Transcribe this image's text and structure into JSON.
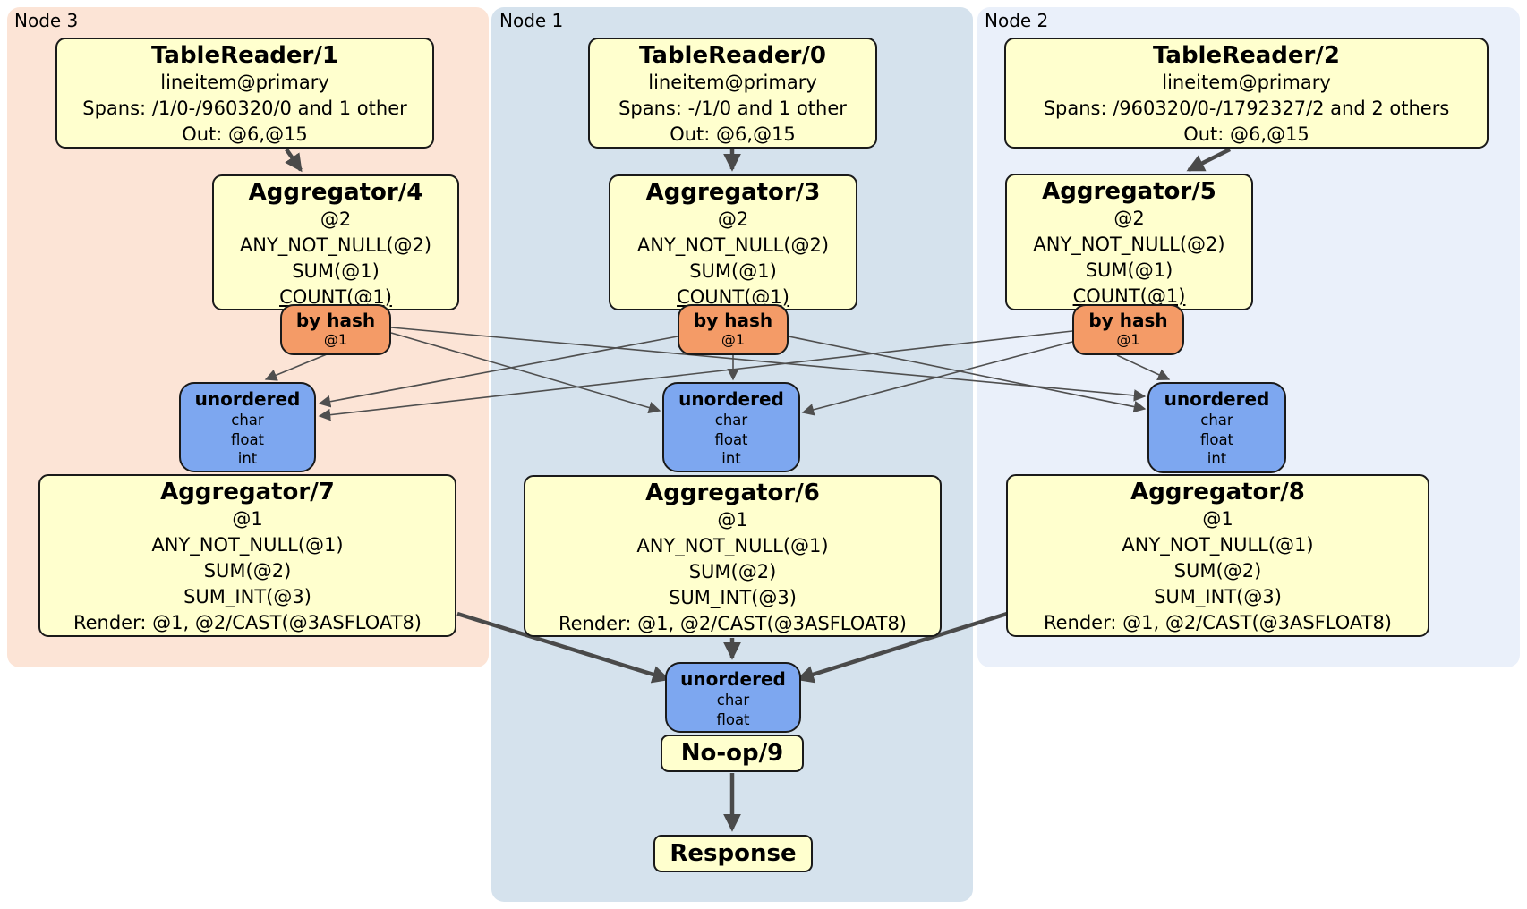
{
  "diagram": {
    "node_groups": [
      {
        "id": "node3",
        "label": "Node 3"
      },
      {
        "id": "node1",
        "label": "Node 1"
      },
      {
        "id": "node2",
        "label": "Node 2"
      }
    ]
  },
  "colors": {
    "node3_bg": "#fce4d6",
    "node1_bg": "#d5e2ed",
    "node2_bg": "#eaf0fa",
    "processor_box": "#ffffce",
    "router_box": "#f49b67",
    "sync_box": "#7da7f0",
    "edge": "#4a4a4a"
  },
  "boxes": {
    "tr1": {
      "title": "TableReader/1",
      "lines": [
        "lineitem@primary",
        "Spans: /1/0-/960320/0 and 1 other",
        "Out: @6,@15"
      ]
    },
    "tr0": {
      "title": "TableReader/0",
      "lines": [
        "lineitem@primary",
        "Spans: -/1/0 and 1 other",
        "Out: @6,@15"
      ]
    },
    "tr2": {
      "title": "TableReader/2",
      "lines": [
        "lineitem@primary",
        "Spans: /960320/0-/1792327/2 and 2 others",
        "Out: @6,@15"
      ]
    },
    "agg4": {
      "title": "Aggregator/4",
      "lines": [
        "@2",
        "ANY_NOT_NULL(@2)",
        "SUM(@1)",
        "COUNT(@1)"
      ]
    },
    "agg3": {
      "title": "Aggregator/3",
      "lines": [
        "@2",
        "ANY_NOT_NULL(@2)",
        "SUM(@1)",
        "COUNT(@1)"
      ]
    },
    "agg5": {
      "title": "Aggregator/5",
      "lines": [
        "@2",
        "ANY_NOT_NULL(@2)",
        "SUM(@1)",
        "COUNT(@1)"
      ]
    },
    "bh3": {
      "title": "by hash",
      "sub": "@1"
    },
    "bh1": {
      "title": "by hash",
      "sub": "@1"
    },
    "bh2": {
      "title": "by hash",
      "sub": "@1"
    },
    "u3": {
      "title": "unordered",
      "items": [
        "char",
        "float",
        "int"
      ]
    },
    "u1": {
      "title": "unordered",
      "items": [
        "char",
        "float",
        "int"
      ]
    },
    "u2": {
      "title": "unordered",
      "items": [
        "char",
        "float",
        "int"
      ]
    },
    "agg7": {
      "title": "Aggregator/7",
      "lines": [
        "@1",
        "ANY_NOT_NULL(@1)",
        "SUM(@2)",
        "SUM_INT(@3)",
        "Render: @1, @2/CAST(@3ASFLOAT8)"
      ]
    },
    "agg6": {
      "title": "Aggregator/6",
      "lines": [
        "@1",
        "ANY_NOT_NULL(@1)",
        "SUM(@2)",
        "SUM_INT(@3)",
        "Render: @1, @2/CAST(@3ASFLOAT8)"
      ]
    },
    "agg8": {
      "title": "Aggregator/8",
      "lines": [
        "@1",
        "ANY_NOT_NULL(@1)",
        "SUM(@2)",
        "SUM_INT(@3)",
        "Render: @1, @2/CAST(@3ASFLOAT8)"
      ]
    },
    "ub": {
      "title": "unordered",
      "items": [
        "char",
        "float"
      ]
    },
    "noop": {
      "title": "No-op/9"
    },
    "response": {
      "title": "Response"
    }
  }
}
